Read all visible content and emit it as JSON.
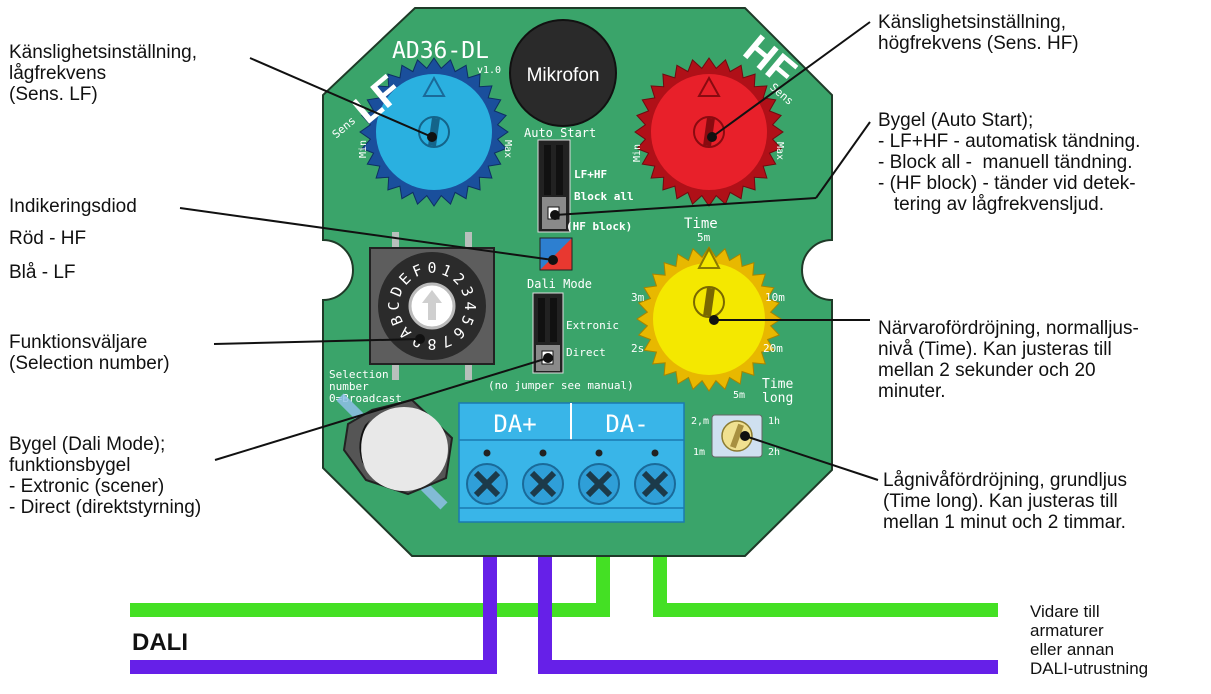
{
  "device": {
    "model": "AD36-DL",
    "version": "v1.0",
    "microphone": "Mikrofon",
    "lf_knob": {
      "big": "LF",
      "sens": "Sens",
      "min": "Min",
      "max": "Max",
      "color": "#2AB0E0"
    },
    "hf_knob": {
      "big": "HF",
      "sens": "Sens",
      "min": "Min",
      "max": "Max",
      "color": "#E8202A"
    },
    "auto_start": {
      "title": "Auto Start",
      "opt1": "LF+HF",
      "opt2": "Block all",
      "opt3": "(HF block)"
    },
    "dali_mode": {
      "title": "Dali Mode",
      "opt1": "Extronic",
      "opt2": "Direct",
      "note": "(no jumper see manual)"
    },
    "time_knob": {
      "title": "Time",
      "top": "5m",
      "left": "3m",
      "right": "10m",
      "bottom_left": "2s",
      "bottom_right": "20m",
      "color": "#F4E800"
    },
    "time_long": {
      "title": "Time",
      "title2": "long",
      "top": "5m",
      "top_left": "2,m",
      "right": "1h",
      "bottom_left": "1m",
      "bottom_right": "2h"
    },
    "selector": {
      "digits": [
        "0",
        "1",
        "2",
        "3",
        "4",
        "5",
        "6",
        "7",
        "8",
        "9",
        "A",
        "B",
        "C",
        "D",
        "E",
        "F"
      ],
      "label1": "Selection",
      "label2": "number",
      "label3": "0=Broadcast"
    },
    "terminals": {
      "da_plus": "DA+",
      "da_minus": "DA-"
    },
    "board_color": "#3AA46A"
  },
  "callouts": {
    "lf_sens": "Känslighetsinställning,\nlågfrekvens\n(Sens. LF)",
    "hf_sens": "Känslighetsinställning,\nhögfrekvens (Sens. HF)",
    "auto_start": "Bygel (Auto Start);\n- LF+HF - automatisk tändning.\n- Block all -  manuell tändning.\n- (HF block) - tänder vid detek-\n   tering av lågfrekvensljud.",
    "led_title": "Indikeringsdiod",
    "led_red": "Röd - HF",
    "led_blue": "Blå - LF",
    "selector": "Funktionsväljare\n(Selection number)",
    "time": "Närvarofördröjning, normalljus-\nnivå (Time). Kan justeras till\nmellan 2 sekunder och 20\nminuter.",
    "dali_mode": "Bygel (Dali Mode);\nfunktionsbygel\n- Extronic (scener)\n- Direct (direktstyrning)",
    "time_long": "Lågnivåfördröjning, grundljus\n(Time long). Kan justeras till\nmellan 1 minut och 2 timmar.",
    "dali": "DALI",
    "forward": "Vidare till\narmaturer\neller annan\nDALI-utrustning"
  },
  "wires": {
    "green": "#44E024",
    "purple": "#6620E8"
  }
}
